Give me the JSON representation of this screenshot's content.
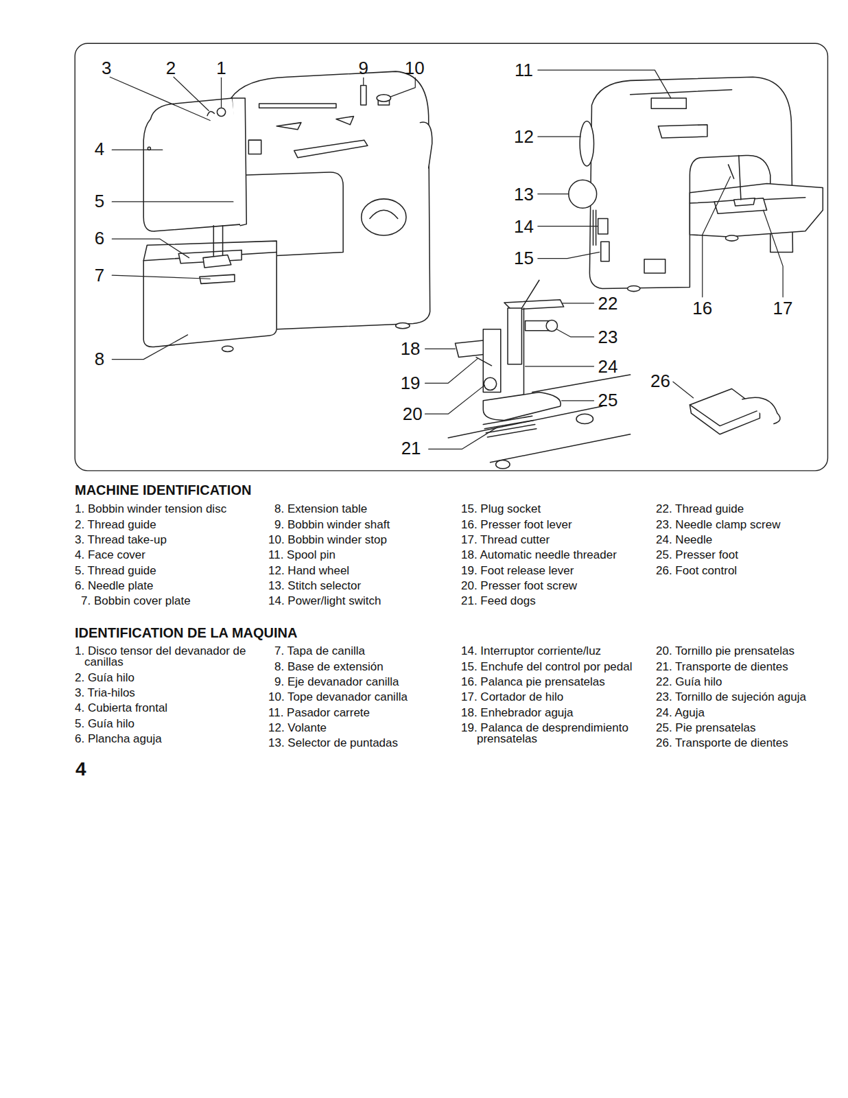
{
  "diagram": {
    "labels": [
      "3",
      "2",
      "1",
      "9",
      "10",
      "11",
      "12",
      "13",
      "14",
      "15",
      "4",
      "5",
      "6",
      "7",
      "8",
      "22",
      "23",
      "24",
      "25",
      "26",
      "16",
      "17",
      "18",
      "19",
      "20",
      "21",
      "MACHINE IDENTIFICATION",
      "1. Bobbin winder tension disc",
      "2. Thread guide",
      "3. Thread take-up",
      "4. Face cover",
      "5. Thread guide",
      "6. Needle plate",
      "7. Bobbin cover plate",
      "8. Extension table",
      "9. Bobbin winder shaft",
      "10. Bobbin winder stop",
      "11. Spool pin",
      "12. Hand wheel",
      "13. Stitch selector",
      "14. Power/light switch",
      "15. Plug socket",
      "16. Presser foot lever",
      "17. Thread cutter",
      "18. Automatic needle threader",
      "19. Foot release lever",
      "20. Presser foot screw",
      "21. Feed dogs",
      "22. Thread guide",
      "23. Needle clamp screw",
      "24. Needle",
      "25. Presser foot",
      "26. Foot control",
      "IDENTIFICATION DE LA MAQUINA",
      "1. Disco tensor del devanador de canillas",
      "2. Guía hilo",
      "3. Tria-hilos",
      "4. Cubierta frontal",
      "5. Guía hilo",
      "6. Plancha aguja",
      "7. Tapa de canilla",
      "8. Base de extensión",
      "9. Eje devanador canilla",
      "10. Tope devanador canilla",
      "11. Pasador carrete",
      "12. Volante",
      "13. Selector de puntadas",
      "14. Interruptor corriente/luz",
      "15. Enchufe del control por pedal",
      "16. Palanca pie prensatelas",
      "17. Cortador de hilo",
      "18. Enhebrador aguja",
      "19. Palanca de desprendimiento prensatelas",
      "20. Tornillo pie prensatelas",
      "21. Transporte de dientes",
      "22. Guía hilo",
      "23. Tornillo de sujeción aguja",
      "24. Aguja",
      "25. Pie prensatelas",
      "26. Transporte de dientes",
      "4"
    ]
  }
}
